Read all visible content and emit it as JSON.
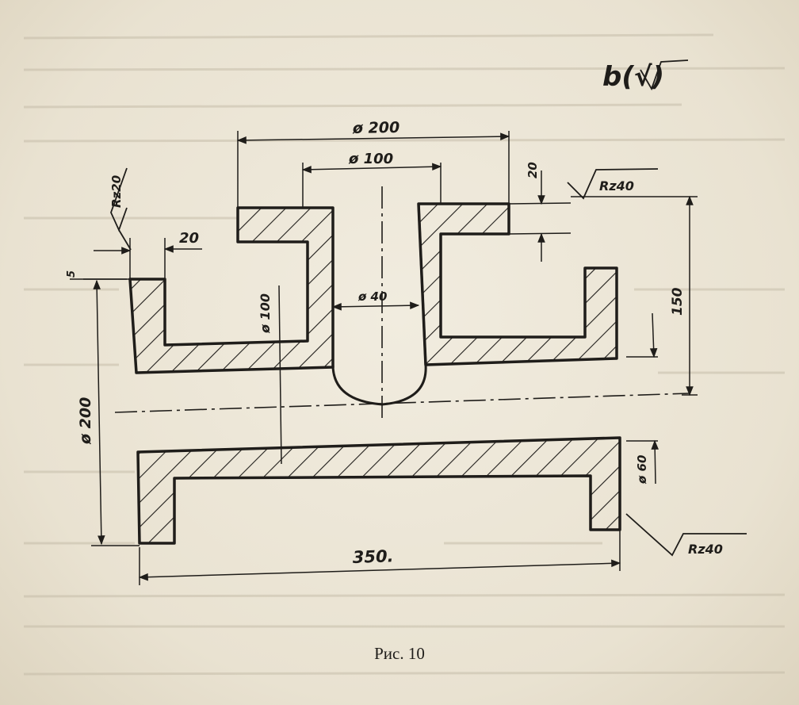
{
  "figure": {
    "caption": "Рис. 10",
    "general_roughness_mark": "b(√)",
    "dimensions": {
      "flange_diameter_top": "ø 200",
      "branch_diameter": "ø 100",
      "flange_thickness_top": "20",
      "left_flange_width": "20",
      "bore_diameter_vertical": "ø 40",
      "pipe_diameter_mark": "ø 100",
      "height_overall": "150",
      "left_flange_diameter": "ø 200",
      "bore_diameter_horizontal": "ø 60",
      "overall_length": "350.",
      "small_mark": "5"
    },
    "roughness": {
      "left_face": "Rz20",
      "top_face": "Rz40",
      "right_face": "Rz40"
    }
  },
  "colors": {
    "paper": "#ece6d6",
    "ink": "#1f1d1a"
  }
}
